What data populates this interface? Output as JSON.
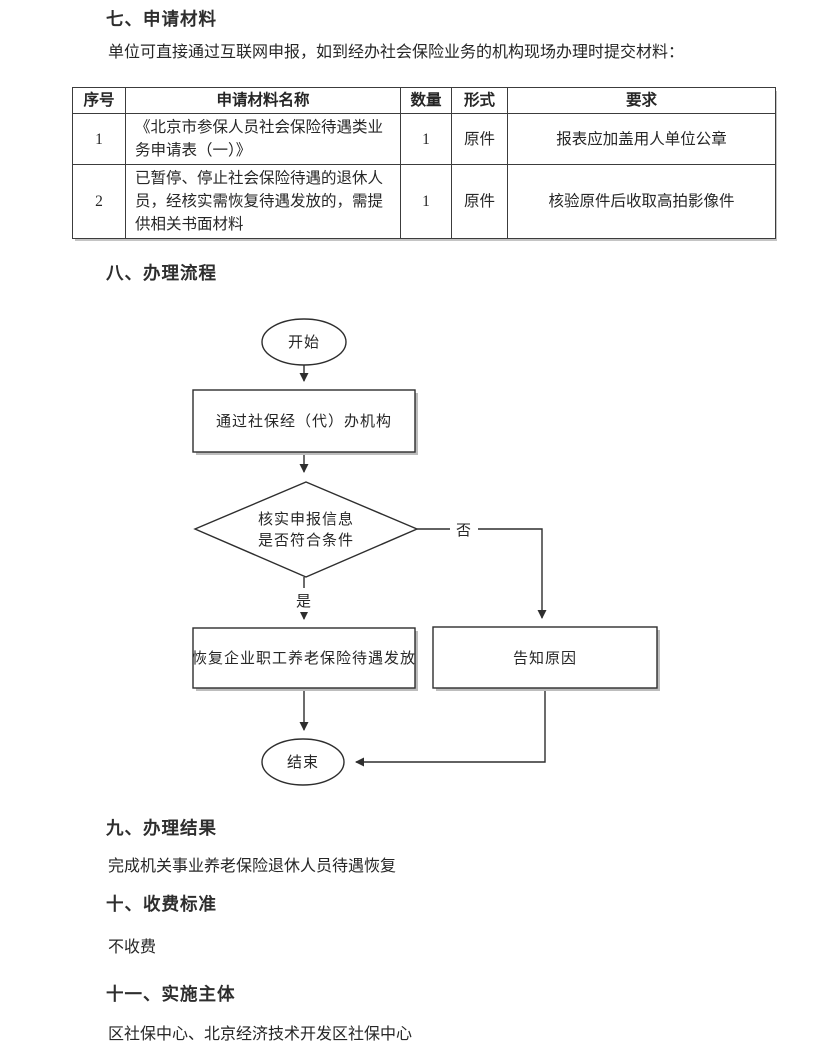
{
  "page": {
    "background": "#ffffff",
    "text_color": "#262626",
    "line_color": "#3c3c3c"
  },
  "sections": {
    "s7": {
      "heading": "七、申请材料",
      "intro": "单位可直接通过互联网申报，如到经办社会保险业务的机构现场办理时提交材料："
    },
    "s8": {
      "heading": "八、办理流程"
    },
    "s9": {
      "heading": "九、办理结果",
      "body": "完成机关事业养老保险退休人员待遇恢复"
    },
    "s10": {
      "heading": "十、收费标准",
      "body": "不收费"
    },
    "s11": {
      "heading": "十一、实施主体",
      "body": "区社保中心、北京经济技术开发区社保中心"
    }
  },
  "materials_table": {
    "headers": [
      "序号",
      "申请材料名称",
      "数量",
      "形式",
      "要求"
    ],
    "rows": [
      {
        "no": "1",
        "name": "《北京市参保人员社会保险待遇类业务申请表（一）》",
        "qty": "1",
        "form": "原件",
        "req": "报表应加盖用人单位公章"
      },
      {
        "no": "2",
        "name": "已暂停、停止社会保险待遇的退休人员，经核实需恢复待遇发放的，需提供相关书面材料",
        "qty": "1",
        "form": "原件",
        "req": "核验原件后收取高拍影像件"
      }
    ]
  },
  "flowchart": {
    "start_label": "开始",
    "step1_label": "通过社保经（代）办机构",
    "decision_line1": "核实申报信息",
    "decision_line2": "是否符合条件",
    "yes_label": "是",
    "no_label": "否",
    "approve_label": "恢复企业职工养老保险待遇发放",
    "reject_label": "告知原因",
    "end_label": "结束"
  }
}
